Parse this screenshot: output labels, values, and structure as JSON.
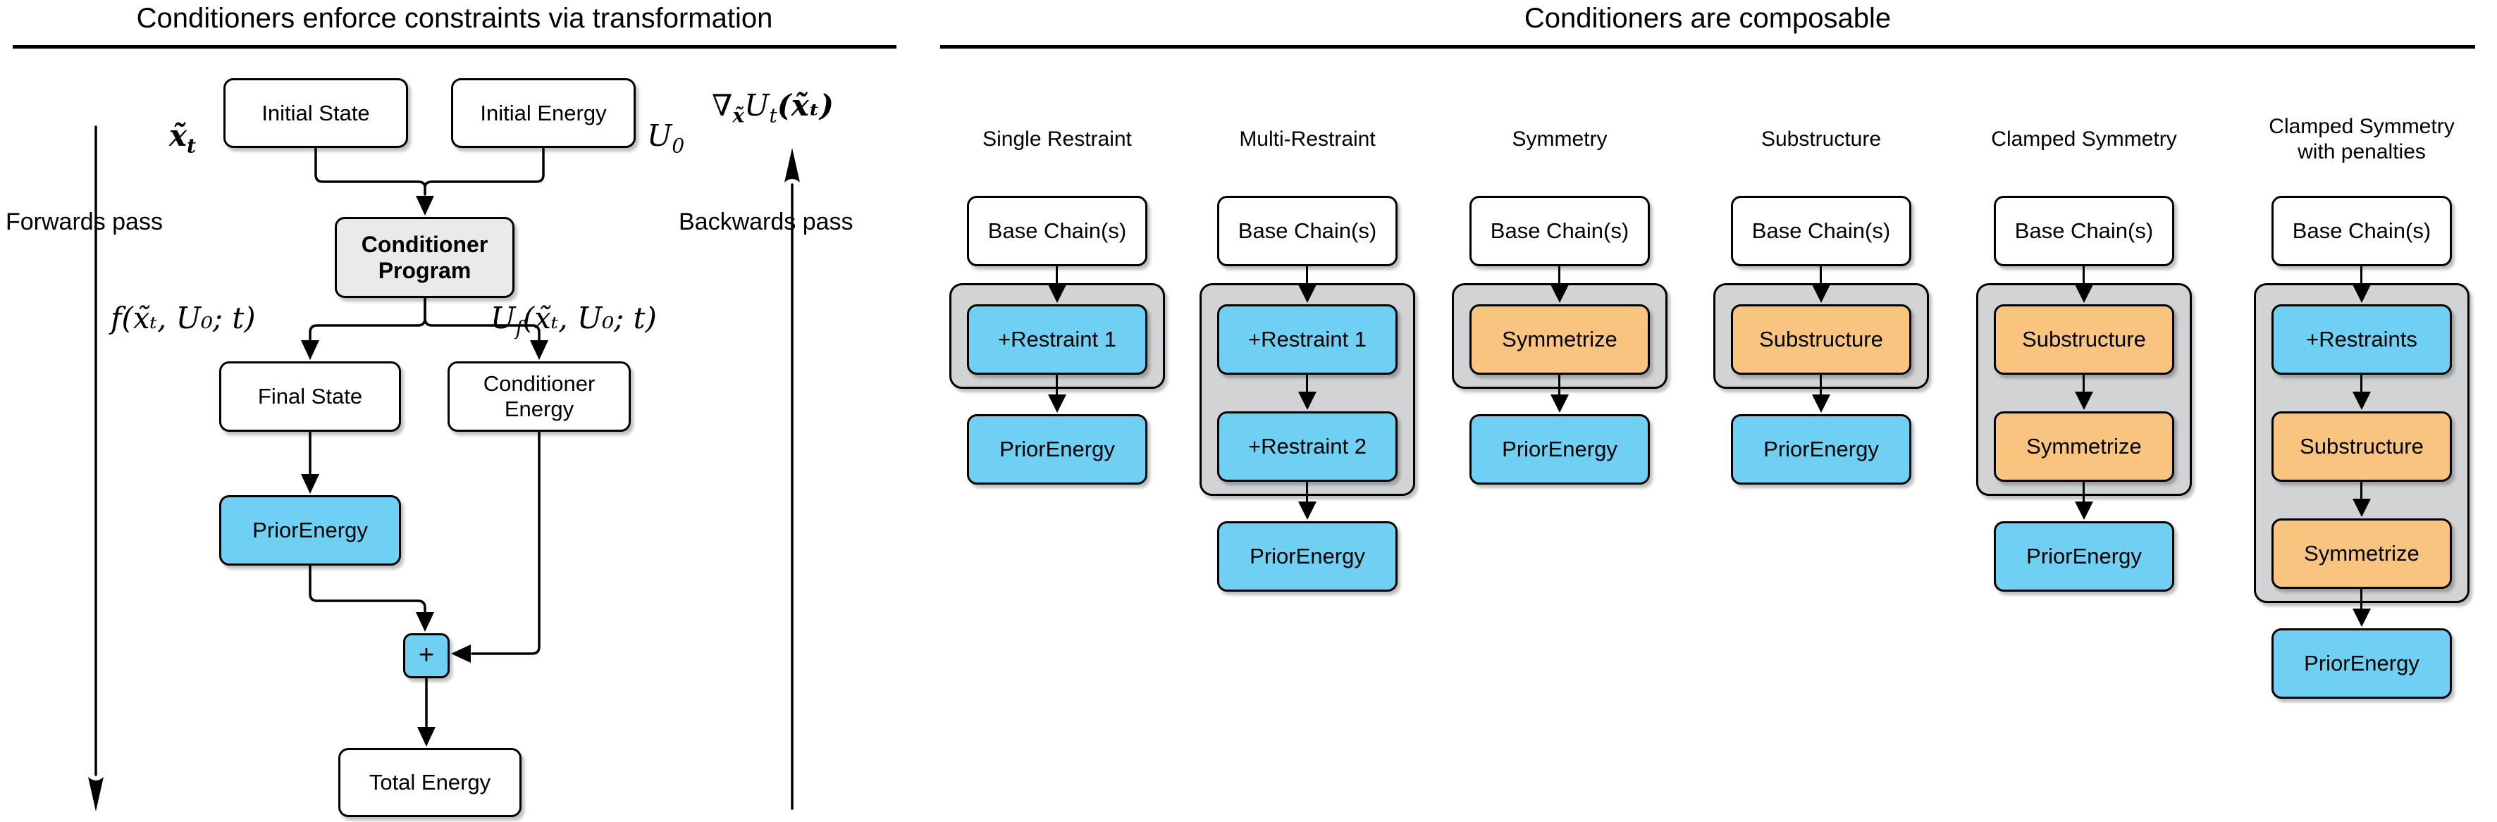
{
  "colors": {
    "blue": "#6FD0F3",
    "orange": "#F8C480",
    "container_gray": "#D2D3D4",
    "program_gray": "#E9EAEB",
    "line": "#000000",
    "background": "#FFFFFF"
  },
  "left_panel": {
    "title": "Conditioners enforce constraints via transformation",
    "forwards_label": "Forwards pass",
    "backwards_label": "Backwards pass",
    "math": {
      "x_t_main": "x̃",
      "x_t_sub": "t",
      "u0_main": "U",
      "u0_sub": "0",
      "grad_nabla": "∇",
      "grad_sub1": "x̃",
      "grad_mid": "U",
      "grad_sub2": "t",
      "grad_rest": "(x̃ₜ)",
      "f_label": "f(x̃ₜ, U₀; t)",
      "uf_main": "U",
      "uf_sub": "f",
      "uf_rest": "(x̃ₜ, U₀; t)"
    },
    "nodes": {
      "initial_state": "Initial State",
      "initial_energy": "Initial Energy",
      "conditioner_program": "Conditioner Program",
      "final_state": "Final State",
      "conditioner_energy": "Conditioner Energy",
      "prior_energy": "PriorEnergy",
      "plus": "+",
      "total_energy": "Total Energy"
    }
  },
  "right_panel": {
    "title": "Conditioners are composable",
    "columns": [
      {
        "label": "Single Restraint",
        "base": "Base Chain(s)",
        "stack": [
          {
            "text": "+Restraint 1",
            "color": "blue"
          }
        ],
        "output": "PriorEnergy"
      },
      {
        "label": "Multi-Restraint",
        "base": "Base Chain(s)",
        "stack": [
          {
            "text": "+Restraint 1",
            "color": "blue"
          },
          {
            "text": "+Restraint 2",
            "color": "blue"
          }
        ],
        "output": "PriorEnergy"
      },
      {
        "label": "Symmetry",
        "base": "Base Chain(s)",
        "stack": [
          {
            "text": "Symmetrize",
            "color": "orange"
          }
        ],
        "output": "PriorEnergy"
      },
      {
        "label": "Substructure",
        "base": "Base Chain(s)",
        "stack": [
          {
            "text": "Substructure",
            "color": "orange"
          }
        ],
        "output": "PriorEnergy"
      },
      {
        "label": "Clamped Symmetry",
        "base": "Base Chain(s)",
        "stack": [
          {
            "text": "Substructure",
            "color": "orange"
          },
          {
            "text": "Symmetrize",
            "color": "orange"
          }
        ],
        "output": "PriorEnergy"
      },
      {
        "label": "Clamped Symmetry with penalties",
        "base": "Base Chain(s)",
        "stack": [
          {
            "text": "+Restraints",
            "color": "blue"
          },
          {
            "text": "Substructure",
            "color": "orange"
          },
          {
            "text": "Symmetrize",
            "color": "orange"
          }
        ],
        "output": "PriorEnergy"
      }
    ]
  }
}
